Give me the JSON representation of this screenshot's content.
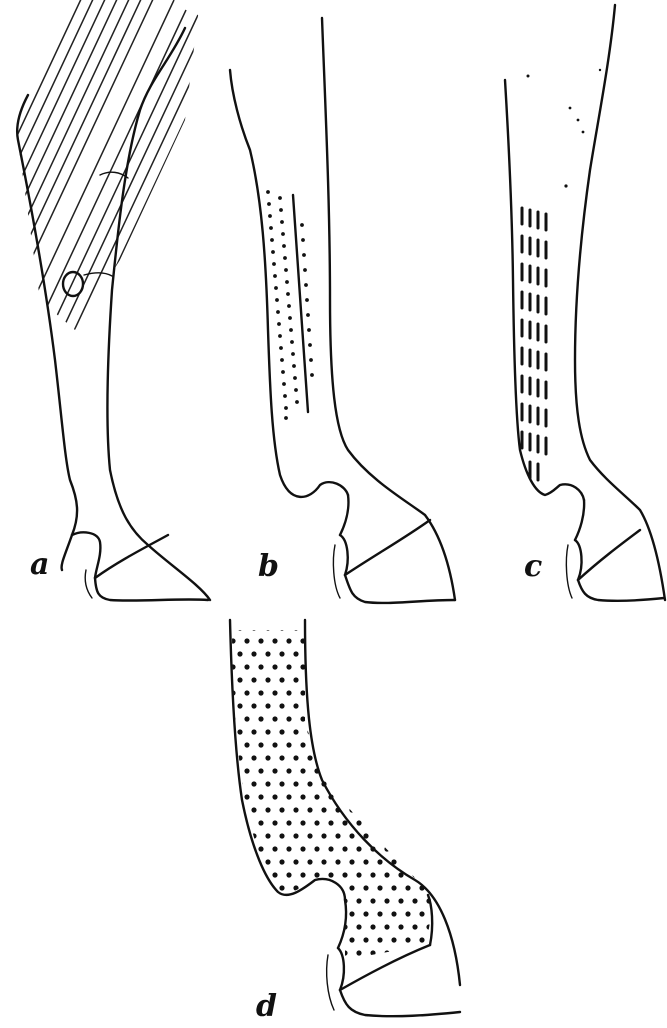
{
  "figure": {
    "panels": [
      {
        "id": "a",
        "label": "a",
        "marking": "hatched"
      },
      {
        "id": "b",
        "label": "b",
        "marking": "dotted-stripes"
      },
      {
        "id": "c",
        "label": "c",
        "marking": "dashed-stripes"
      },
      {
        "id": "d",
        "label": "d",
        "marking": "dotted-fill"
      }
    ]
  }
}
